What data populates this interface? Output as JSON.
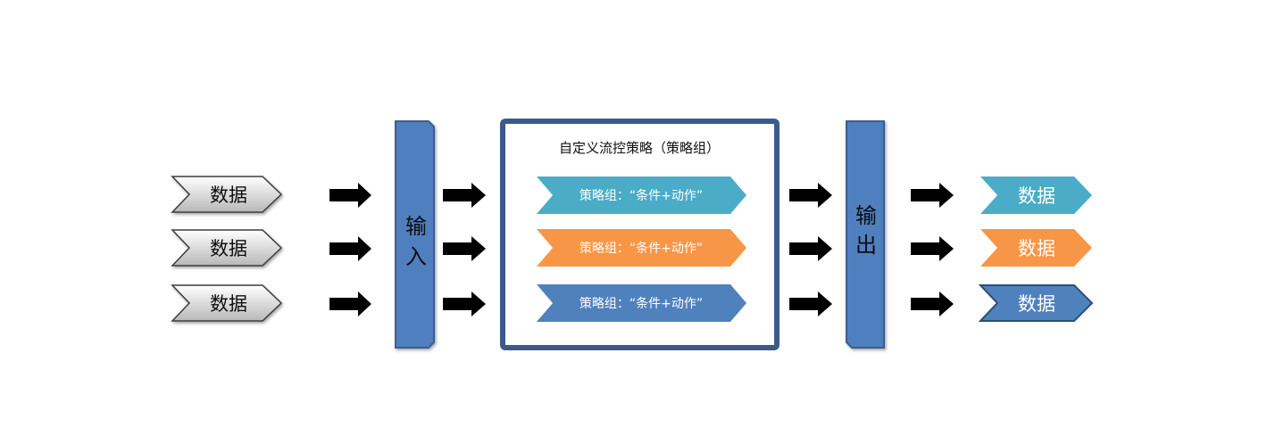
{
  "input_items": [
    {
      "label": "数据"
    },
    {
      "label": "数据"
    },
    {
      "label": "数据"
    }
  ],
  "input_bar": {
    "label_line1": "输",
    "label_line2": "入",
    "color": "#4f7fbf"
  },
  "strategy_box": {
    "title": "自定义流控策略（策略组）",
    "border_color": "#3a5a8c",
    "groups": [
      {
        "label": "策略组：“条件+动作”",
        "color": "#4aacc6"
      },
      {
        "label": "策略组：“条件+动作”",
        "color": "#f79646"
      },
      {
        "label": "策略组：“条件+动作”",
        "color": "#4f81bd"
      }
    ]
  },
  "output_bar": {
    "label_line1": "输",
    "label_line2": "出",
    "color": "#4f7fbf"
  },
  "output_items": [
    {
      "label": "数据",
      "color": "#4aacc6"
    },
    {
      "label": "数据",
      "color": "#f79646"
    },
    {
      "label": "数据",
      "color": "#4f81bd"
    }
  ],
  "colors": {
    "arrow": "#000000",
    "bar_border": "#3a5f8f",
    "input_fill_top": "#ffffff",
    "input_fill_bottom": "#b8b8b8",
    "input_border": "#3c3c3c"
  },
  "icons": {
    "flow_arrow": "right-arrow-icon"
  }
}
